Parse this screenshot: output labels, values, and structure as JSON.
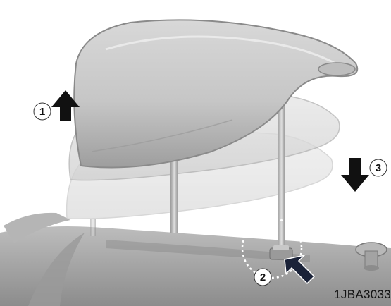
{
  "figure": {
    "callouts": [
      {
        "label": "1",
        "arrow": "up-arrow-icon"
      },
      {
        "label": "2",
        "arrow": "press-arrow-icon"
      },
      {
        "label": "3",
        "arrow": "down-arrow-icon"
      }
    ],
    "code": "1JBA3033",
    "colors": {
      "background": "#ffffff",
      "headrest": "#c9c9c9",
      "seat": "#a9a9a9",
      "arrow": "#111111"
    }
  }
}
